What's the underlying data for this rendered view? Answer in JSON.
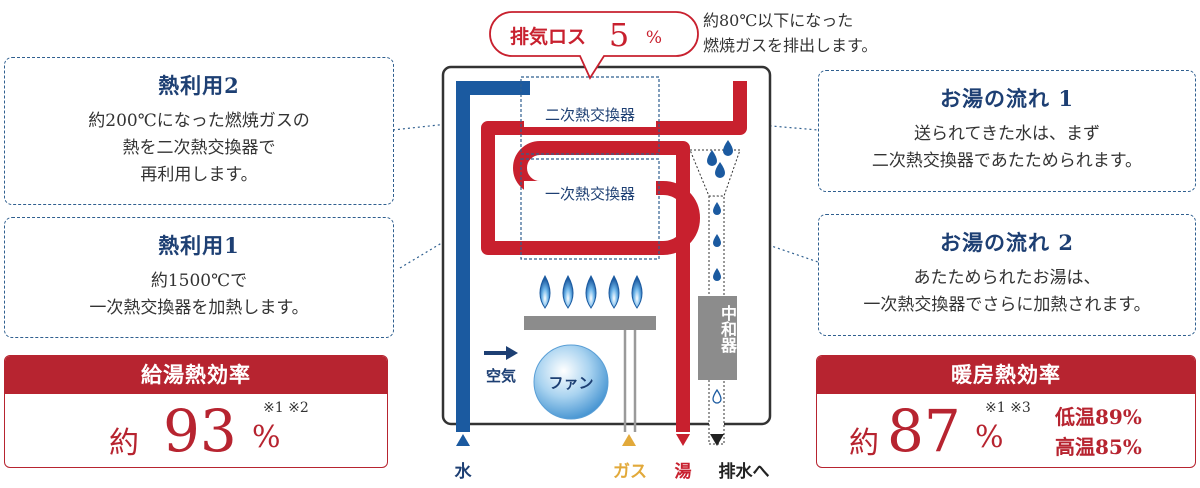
{
  "exhaust": {
    "label": "排気ロス",
    "value": "5",
    "unit": "%",
    "note": "約80℃以下になった\n燃焼ガスを排出します。"
  },
  "heat_use_2": {
    "title": "熱利用2",
    "body": "約200℃になった燃焼ガスの\n熱を二次熱交換器で\n再利用します。"
  },
  "heat_use_1": {
    "title": "熱利用1",
    "body": "約1500℃で\n一次熱交換器を加熱します。"
  },
  "flow_1": {
    "title": "お湯の流れ 1",
    "body": "送られてきた水は、まず\n二次熱交換器であたためられます。"
  },
  "flow_2": {
    "title": "お湯の流れ 2",
    "body": "あたためられたお湯は、\n一次熱交換器でさらに加熱されます。"
  },
  "hot_water_efficiency": {
    "header": "給湯熱効率",
    "prefix": "約",
    "value": "93",
    "unit": "%",
    "notes": "※1 ※2"
  },
  "heating_efficiency": {
    "header": "暖房熱効率",
    "prefix": "約",
    "value": "87",
    "unit": "%",
    "notes": "※1 ※3",
    "low": "低温89%",
    "high": "高温85%"
  },
  "unit_labels": {
    "secondary_hx": "二次熱交換器",
    "primary_hx": "一次熱交換器",
    "neutralizer": "中和器",
    "fan": "ファン",
    "air": "空気"
  },
  "bottom_labels": {
    "water": "水",
    "gas": "ガス",
    "hot_water": "湯",
    "drain": "排水へ"
  },
  "colors": {
    "red": "#c8202e",
    "blue": "#1b5aa0",
    "navy": "#1d3f73",
    "gold": "#e2a93a",
    "gray": "#8c8c8c"
  }
}
